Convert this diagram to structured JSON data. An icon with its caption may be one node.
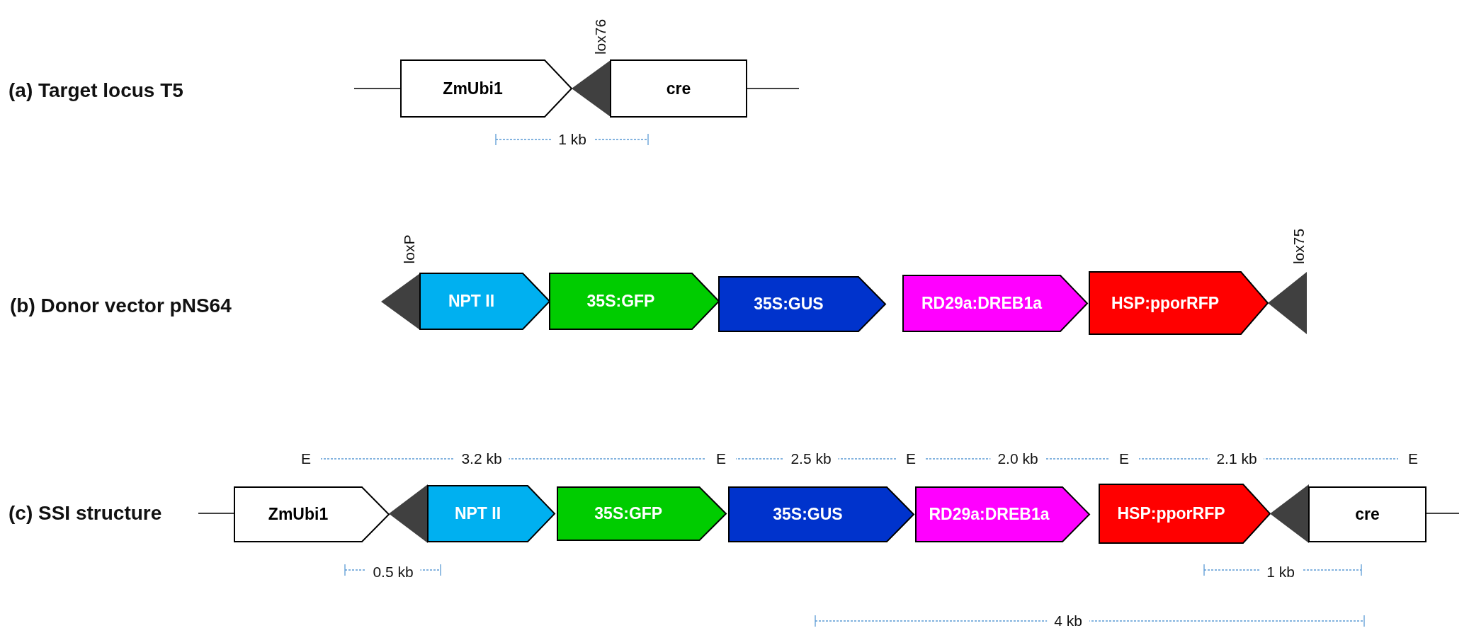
{
  "diagram": {
    "nodes": [
      {
        "text": [
          "ZmUbi1"
        ]
      },
      {
        "text": [],
        "shape": "triangle"
      },
      {
        "text": [
          "cre"
        ]
      },
      {
        "text": [],
        "shape": "triangle"
      },
      {
        "text": [
          "NPT II"
        ]
      },
      {
        "text": [
          "35S:GFP"
        ]
      },
      {
        "text": [
          "35S:GUS"
        ]
      },
      {
        "text": [
          "RD29a:DREB1a"
        ]
      },
      {
        "text": [
          "HSP:pporRFP"
        ]
      },
      {
        "text": [],
        "shape": "triangle"
      },
      {
        "text": [
          "ZmUbi1"
        ]
      },
      {
        "text": [],
        "shape": "triangle"
      },
      {
        "text": [
          "NPT II"
        ]
      },
      {
        "text": [
          "35S:GFP"
        ]
      },
      {
        "text": [
          "35S:GUS"
        ]
      },
      {
        "text": [
          "RD29a:DREB1a"
        ]
      },
      {
        "text": [
          "HSP:pporRFP"
        ]
      },
      {
        "text": [],
        "shape": "triangle"
      },
      {
        "text": [
          "cre"
        ]
      }
    ],
    "edges": [],
    "labels": [
      "(a) Target locus T5",
      "lox76",
      "1 kb",
      "(b) Donor vector pNS64",
      "loxP",
      "lox75",
      "(c) SSI structure",
      "E",
      "3.2 kb",
      "E",
      "2.5 kb",
      "E",
      "2.0 kb",
      "E",
      "2.1 kb",
      "E",
      "0.5 kb",
      "1 kb",
      "4 kb"
    ]
  }
}
